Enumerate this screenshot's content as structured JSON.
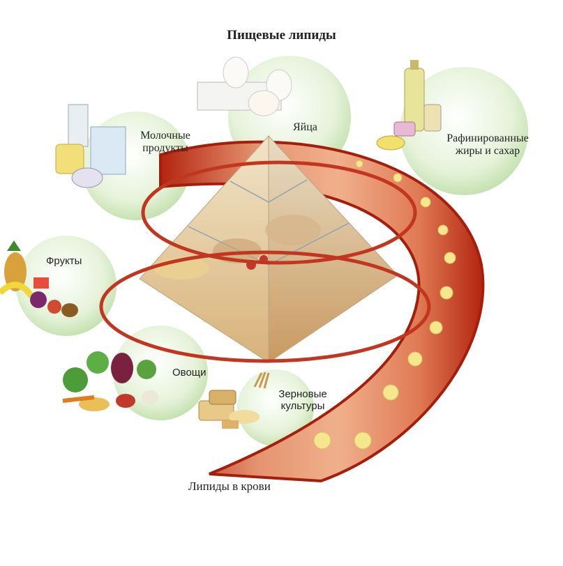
{
  "title": "Пищевые липиды",
  "labels": {
    "dairy": "Молочные продукты",
    "eggs": "Яйца",
    "refined": "Рафинированные жиры и сахар",
    "fruits": "Фрукты",
    "vegetables": "Овощи",
    "grains": "Зерновые культуры",
    "blood_lipids": "Липиды в крови"
  },
  "colors": {
    "bubble": "#dcefcf",
    "vessel_wall": "#c8321e",
    "vessel_inner": "#e8a07a",
    "lipid_droplet": "#f2e58a",
    "ring": "#c2361f",
    "pyramid": "#e9d2a8"
  }
}
